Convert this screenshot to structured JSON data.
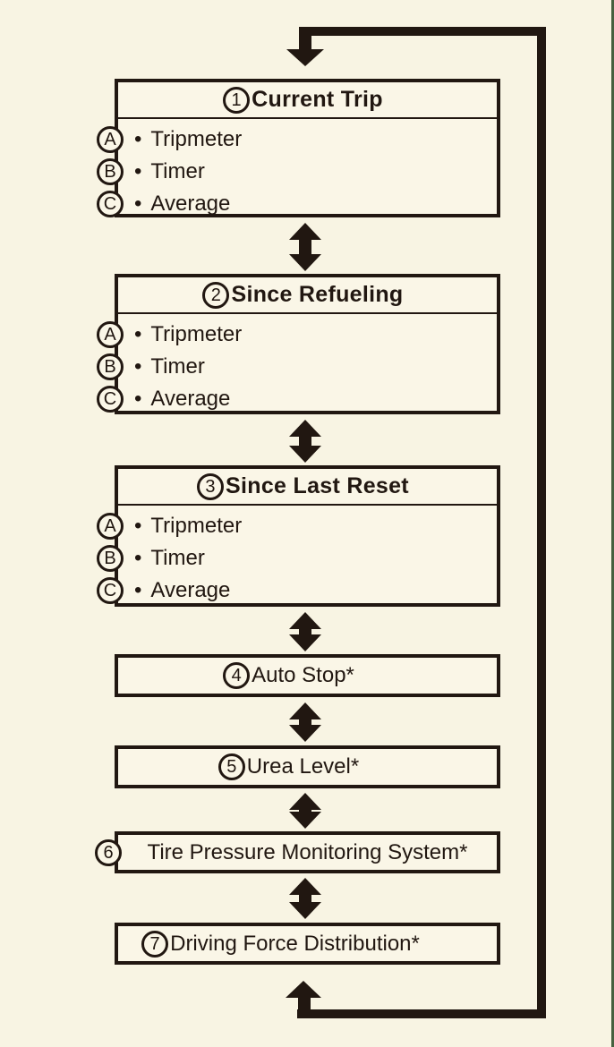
{
  "page": {
    "background_color": "#f8f4e3",
    "ink_color": "#211711",
    "right_edge_color": "#46603f"
  },
  "flow": {
    "list_bullet": "•",
    "loop_connector": "cycle returns from last box to first box",
    "between_connector": "double-headed vertical arrow"
  },
  "boxes": [
    {
      "number": "1",
      "title": "Current Trip",
      "items": [
        {
          "letter": "A",
          "label": "Tripmeter"
        },
        {
          "letter": "B",
          "label": "Timer"
        },
        {
          "letter": "C",
          "label": "Average"
        }
      ]
    },
    {
      "number": "2",
      "title": "Since Refueling",
      "items": [
        {
          "letter": "A",
          "label": "Tripmeter"
        },
        {
          "letter": "B",
          "label": "Timer"
        },
        {
          "letter": "C",
          "label": "Average"
        }
      ]
    },
    {
      "number": "3",
      "title": "Since Last Reset",
      "items": [
        {
          "letter": "A",
          "label": "Tripmeter"
        },
        {
          "letter": "B",
          "label": "Timer"
        },
        {
          "letter": "C",
          "label": "Average"
        }
      ]
    },
    {
      "number": "4",
      "title": "Auto Stop*"
    },
    {
      "number": "5",
      "title": "Urea Level*"
    },
    {
      "number": "6",
      "title": "Tire Pressure Monitoring System*"
    },
    {
      "number": "7",
      "title": "Driving Force Distribution*"
    }
  ]
}
